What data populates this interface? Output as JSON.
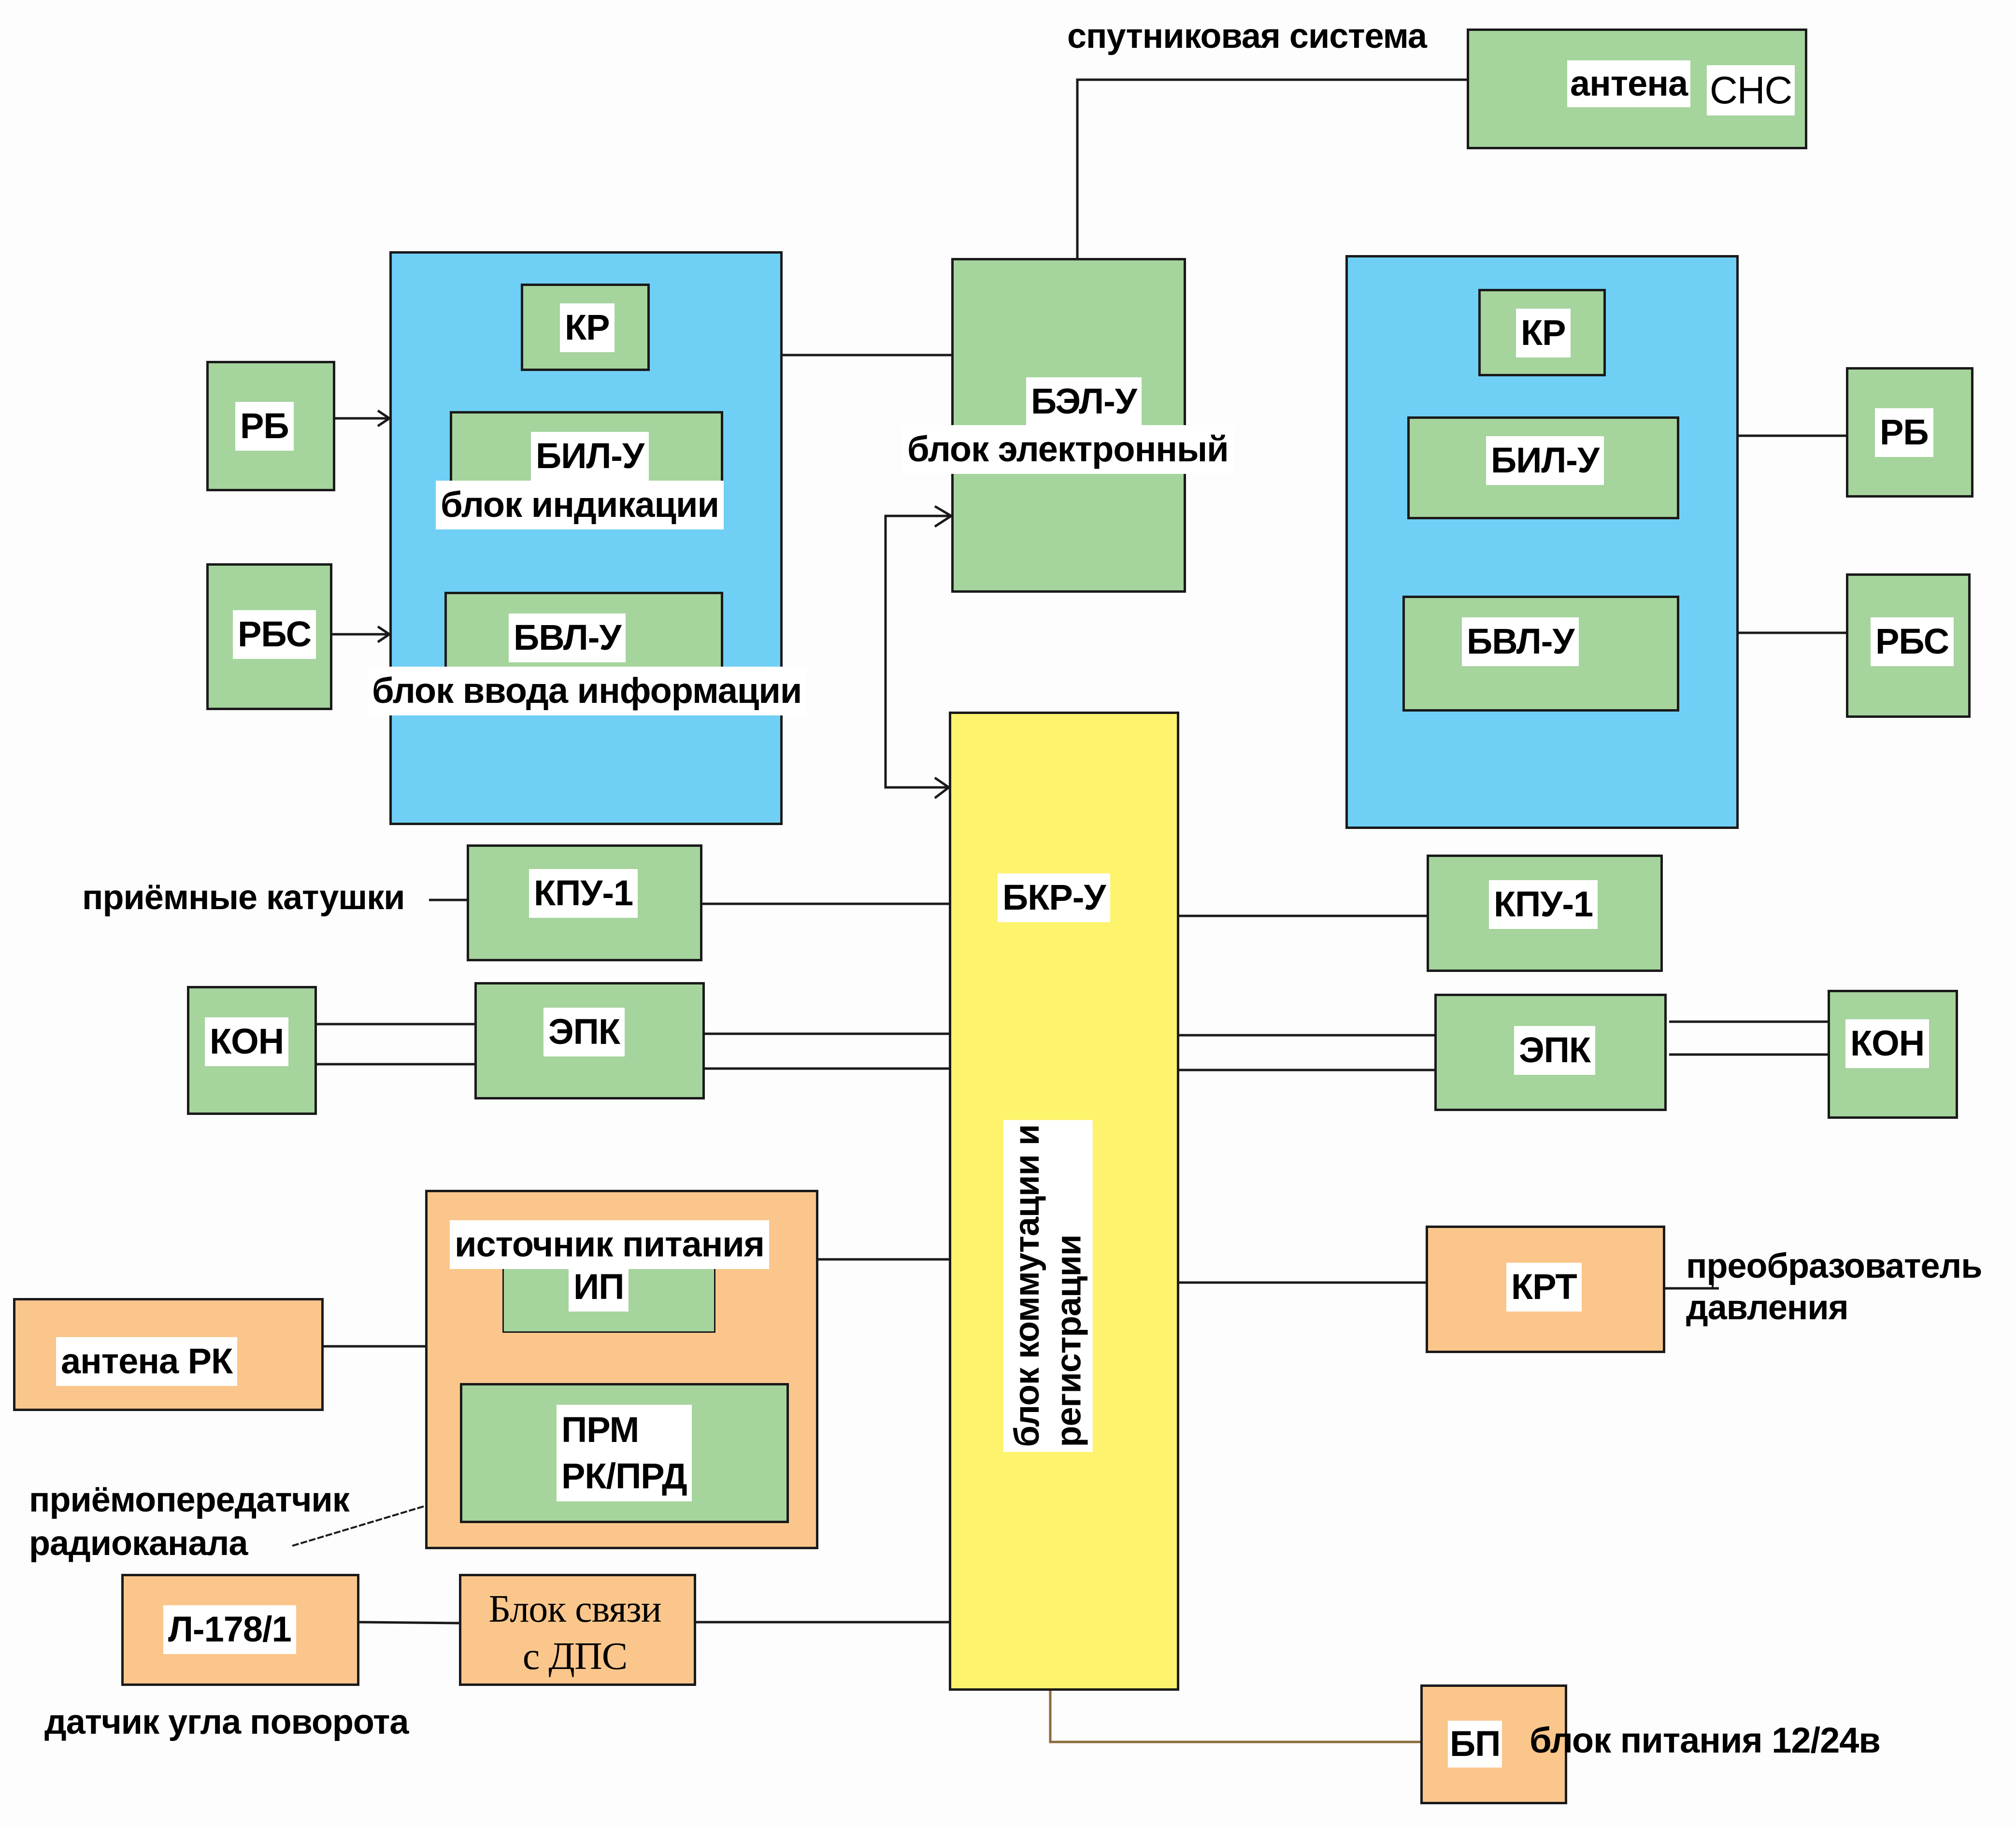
{
  "diagram": {
    "labels": {
      "sns_system": "спутниковая система",
      "antenna_sns_a": "антена",
      "antenna_sns_b": "СНС",
      "kr_left": "КР",
      "bil_left": "БИЛ-У",
      "bil_left_desc": "блок индикации",
      "bvl_left": "БВЛ-У",
      "bvl_left_desc": "блок ввода информации",
      "rb_left": "РБ",
      "rbs_left": "РБС",
      "bel": "БЭЛ-У",
      "bel_desc": "блок электронный",
      "kr_right": "КР",
      "bil_right": "БИЛ-У",
      "bvl_right": "БВЛ-У",
      "rb_right": "РБ",
      "rbs_right": "РБС",
      "bkr": "БКР-У",
      "bkr_desc_1": "блок коммутации и",
      "bkr_desc_2": "регистрации",
      "receiving_coils": "приёмные катушки",
      "kpu_left": "КПУ-1",
      "kpu_right": "КПУ-1",
      "kon_left": "КОН",
      "kon_right": "КОН",
      "epk_left": "ЭПК",
      "epk_right": "ЭПК",
      "power_source": "источник питания",
      "ip": "ИП",
      "prm_1": "ПРМ",
      "prm_2": "РК/ПРД",
      "antenna_rk": "антена РК",
      "transceiver_1": "приёмопередатчик",
      "transceiver_2": "радиоканала",
      "l178": "Л-178/1",
      "dps_1": "Блок связи",
      "dps_2": "с ДПС",
      "angle_sensor": "датчик угла поворота",
      "krt": "КРТ",
      "pressure_1": "преобразователь",
      "pressure_2": "давления",
      "bp": "БП",
      "bp_desc": "блок питания 12/24в"
    },
    "colors": {
      "green": "#a5d49d",
      "blue": "#6fcff4",
      "yellow": "#fdf36c",
      "orange": "#fbc68b"
    }
  }
}
